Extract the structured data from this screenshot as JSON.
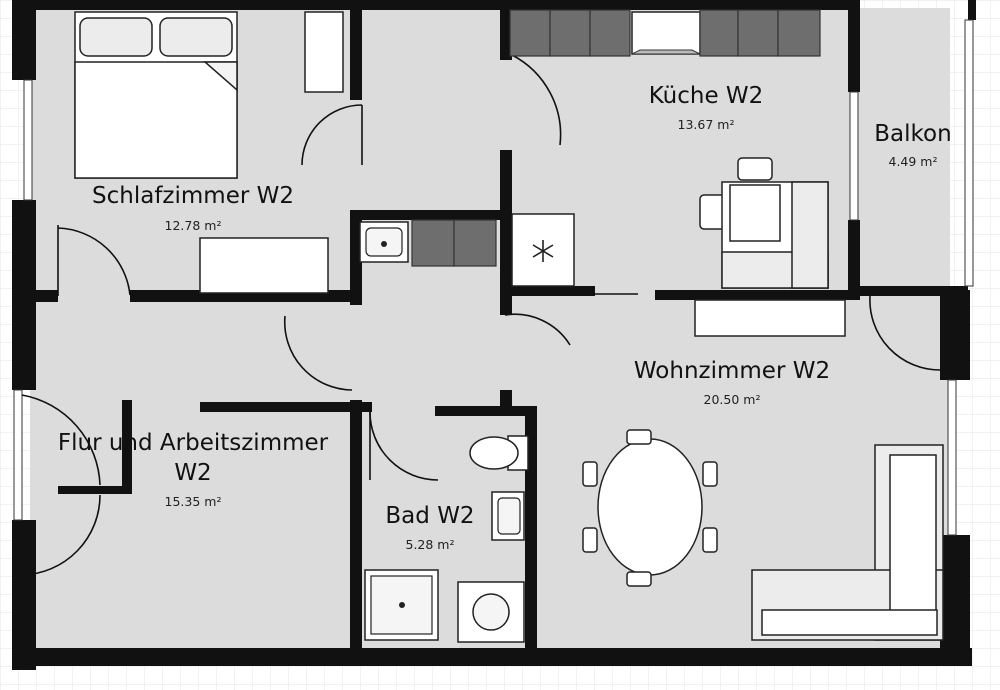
{
  "rooms": {
    "schlafzimmer": {
      "name": "Schlafzimmer W2",
      "area": "12.78 m²"
    },
    "kueche": {
      "name": "Küche W2",
      "area": "13.67 m²"
    },
    "balkon": {
      "name": "Balkon",
      "area": "4.49 m²"
    },
    "wohnzimmer": {
      "name": "Wohnzimmer W2",
      "area": "20.50 m²"
    },
    "flur_line1": "Flur und Arbeitszimmer",
    "flur_line2": "W2",
    "flur_area": "15.35 m²",
    "bad": {
      "name": "Bad W2",
      "area": "5.28 m²"
    }
  },
  "colors": {
    "floor": "#dcdcdc",
    "wall": "#111111",
    "counter": "#6e6e6e",
    "background": "#ffffff",
    "grid": "#e4e4e4"
  },
  "icons": {
    "fridge": "snowflake-icon",
    "sink": "sink-icon",
    "shower": "shower-icon",
    "washing_machine": "washing-machine-icon",
    "toilet": "toilet-icon"
  }
}
